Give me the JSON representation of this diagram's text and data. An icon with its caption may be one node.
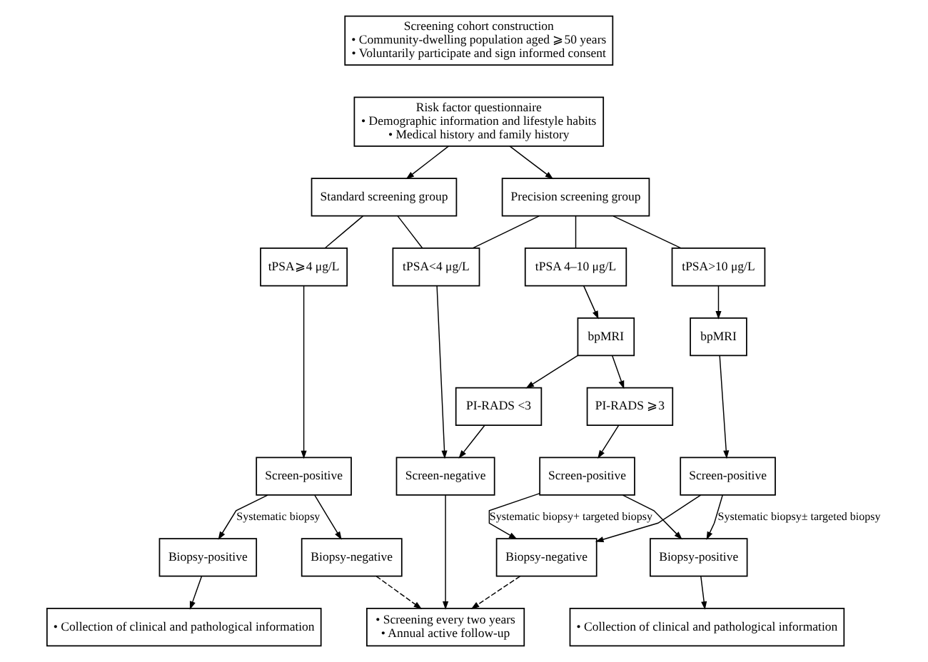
{
  "diagram": {
    "nodes": [
      {
        "text": [
          "Screening cohort construction",
          "• Community-dwelling population aged ⩾50 years",
          "• Voluntarily participate and sign informed consent"
        ]
      },
      {
        "text": [
          "Risk factor questionnaire",
          "• Demographic information and lifestyle habits",
          "• Medical history and family history"
        ]
      },
      {
        "text": [
          "Standard screening group"
        ]
      },
      {
        "text": [
          "Precision screening group"
        ]
      },
      {
        "text": [
          "tPSA⩾4 μg/L"
        ]
      },
      {
        "text": [
          "tPSA<4 μg/L"
        ]
      },
      {
        "text": [
          "tPSA 4–10 μg/L"
        ]
      },
      {
        "text": [
          "tPSA>10 μg/L"
        ]
      },
      {
        "text": [
          "bpMRI"
        ]
      },
      {
        "text": [
          "bpMRI"
        ]
      },
      {
        "text": [
          "PI-RADS <3"
        ]
      },
      {
        "text": [
          "PI-RADS ⩾3"
        ]
      },
      {
        "text": [
          "Screen-positive"
        ]
      },
      {
        "text": [
          "Screen-negative"
        ]
      },
      {
        "text": [
          "Screen-positive"
        ]
      },
      {
        "text": [
          "Screen-positive"
        ]
      },
      {
        "text": [
          "Biopsy-positive"
        ]
      },
      {
        "text": [
          "Biopsy-negative"
        ]
      },
      {
        "text": [
          "Biopsy-negative"
        ]
      },
      {
        "text": [
          "Biopsy-positive"
        ]
      },
      {
        "text": [
          "• Collection of clinical and pathological information"
        ]
      },
      {
        "text": [
          "• Screening every two years",
          "• Annual active follow-up"
        ]
      },
      {
        "text": [
          "• Collection of clinical and pathological information"
        ]
      }
    ],
    "edges": [
      {
        "from": 1,
        "to": 2,
        "arrow": "to"
      },
      {
        "from": 1,
        "to": 3,
        "arrow": "to"
      },
      {
        "from": 2,
        "to": 4,
        "arrow": "none"
      },
      {
        "from": 2,
        "to": 5,
        "arrow": "none"
      },
      {
        "from": 3,
        "to": 5,
        "arrow": "none"
      },
      {
        "from": 3,
        "to": 6,
        "arrow": "none"
      },
      {
        "from": 3,
        "to": 7,
        "arrow": "none"
      },
      {
        "from": 6,
        "to": 8,
        "arrow": "to"
      },
      {
        "from": 7,
        "to": 9,
        "arrow": "to"
      },
      {
        "from": 8,
        "to": 10,
        "arrow": "to"
      },
      {
        "from": 8,
        "to": 11,
        "arrow": "to"
      },
      {
        "from": 4,
        "to": 12,
        "arrow": "to"
      },
      {
        "from": 5,
        "to": 13,
        "arrow": "to"
      },
      {
        "from": 10,
        "to": 13,
        "arrow": "to"
      },
      {
        "from": 11,
        "to": 14,
        "arrow": "to"
      },
      {
        "from": 9,
        "to": 15,
        "arrow": "to"
      },
      {
        "from": 12,
        "to": 16,
        "arrow": "to",
        "label": "Systematic biopsy"
      },
      {
        "from": 12,
        "to": 17,
        "arrow": "to"
      },
      {
        "from": 14,
        "to": 18,
        "arrow": "to",
        "label": "Systematic biopsy+ targeted biopsy"
      },
      {
        "from": 14,
        "to": 19,
        "arrow": "to"
      },
      {
        "from": 15,
        "to": 18,
        "arrow": "to"
      },
      {
        "from": 15,
        "to": 19,
        "arrow": "to",
        "label": "Systematic biopsy± targeted biopsy"
      },
      {
        "from": 16,
        "to": 20,
        "arrow": "to"
      },
      {
        "from": 13,
        "to": 21,
        "arrow": "to"
      },
      {
        "from": 17,
        "to": 21,
        "arrow": "to",
        "style": "dashed"
      },
      {
        "from": 18,
        "to": 21,
        "arrow": "to",
        "style": "dashed"
      },
      {
        "from": 19,
        "to": 22,
        "arrow": "to"
      }
    ]
  }
}
